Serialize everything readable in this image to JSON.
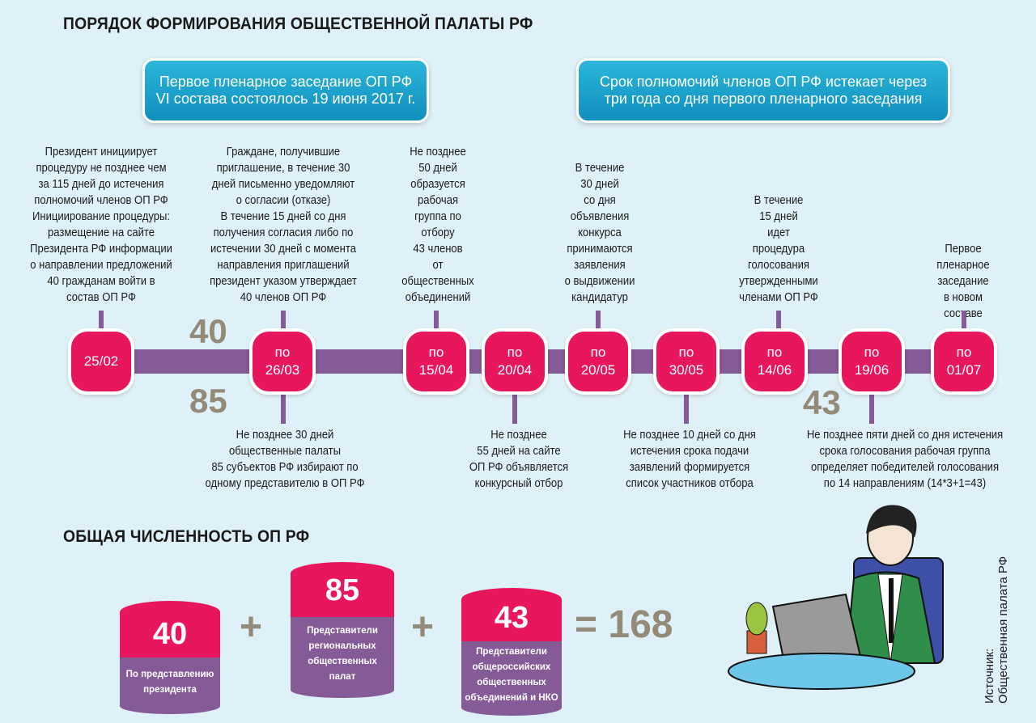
{
  "title": "ПОРЯДОК ФОРМИРОВАНИЯ ОБЩЕСТВЕННОЙ ПАЛАТЫ РФ",
  "banner_left": "Первое пленарное заседание ОП РФ\nVI состава состоялось 19 июня 2017 г.",
  "banner_right": "Срок полномочий членов ОП РФ истекает через\nтри года со дня первого пленарного заседания",
  "top_texts": [
    "Президент инициирует\nпроцедуру не позднее чем\nза 115 дней до истечения\nполномочий членов ОП РФ\nИнициирование процедуры:\nразмещение на сайте\nПрезидента РФ информации\nо направлении предложений\n40 гражданам войти в\nсостав ОП РФ",
    "Граждане, получившие\nприглашение, в течение 30\nдней письменно уведомляют\nо согласии (отказе)\nВ течение 15 дней со дня\nполучения согласия либо по\nистечении 30 дней с момента\nнаправления приглашений\nпрезидент указом утверждает\n40 членов ОП РФ",
    "Не позднее\n50 дней\nобразуется\nрабочая\nгруппа по\nотбору\n43 членов\nот\nобщественных\nобъединений",
    "В течение\n30 дней\nсо дня\nобъявления\nконкурса\nпринимаются\nзаявления\nо выдвижении\nкандидатур",
    "В течение\n15 дней\nидет\nпроцедура\nголосования\nутвержденными\nчленами ОП РФ",
    "Первое\nпленарное\nзаседание\nв новом\nсоставе"
  ],
  "bottom_texts": [
    "Не позднее 30 дней\nобщественные палаты\n85 субъектов РФ избирают по\nодному представителю в ОП РФ",
    "Не позднее\n55 дней на сайте\nОП РФ объявляется\nконкурсный отбор",
    "Не позднее 10 дней со дня\nистечения срока подачи\nзаявлений формируется\nсписок участников отбора",
    "Не позднее пяти дней со дня истечения\nсрока голосования рабочая группа\nопределяет победителей голосования\nпо 14 направлениям (14*3+1=43)"
  ],
  "nodes": [
    "25/02",
    "по\n26/03",
    "по\n15/04",
    "по\n20/04",
    "по\n20/05",
    "по\n30/05",
    "по\n14/06",
    "по\n19/06",
    "по\n01/07"
  ],
  "num_40": "40",
  "num_85": "85",
  "num_43": "43",
  "subtitle": "ОБЩАЯ ЧИСЛЕННОСТЬ ОП РФ",
  "cylinders": [
    {
      "value": "40",
      "label": "По представлению\nпрезидента"
    },
    {
      "value": "85",
      "label": "Представители\nрегиональных\nобщественных\nпалат"
    },
    {
      "value": "43",
      "label": "Представители\nобщероссийских\nобщественных\nобъединений и НКО"
    }
  ],
  "plus": "+",
  "equals": "= 168",
  "source": "Источник:\nОбщественная палата РФ",
  "colors": {
    "pink": "#e8175d",
    "purple": "#845a97",
    "teal": "#1ba3cf",
    "number": "#948a78",
    "background": "#dff1f8"
  }
}
